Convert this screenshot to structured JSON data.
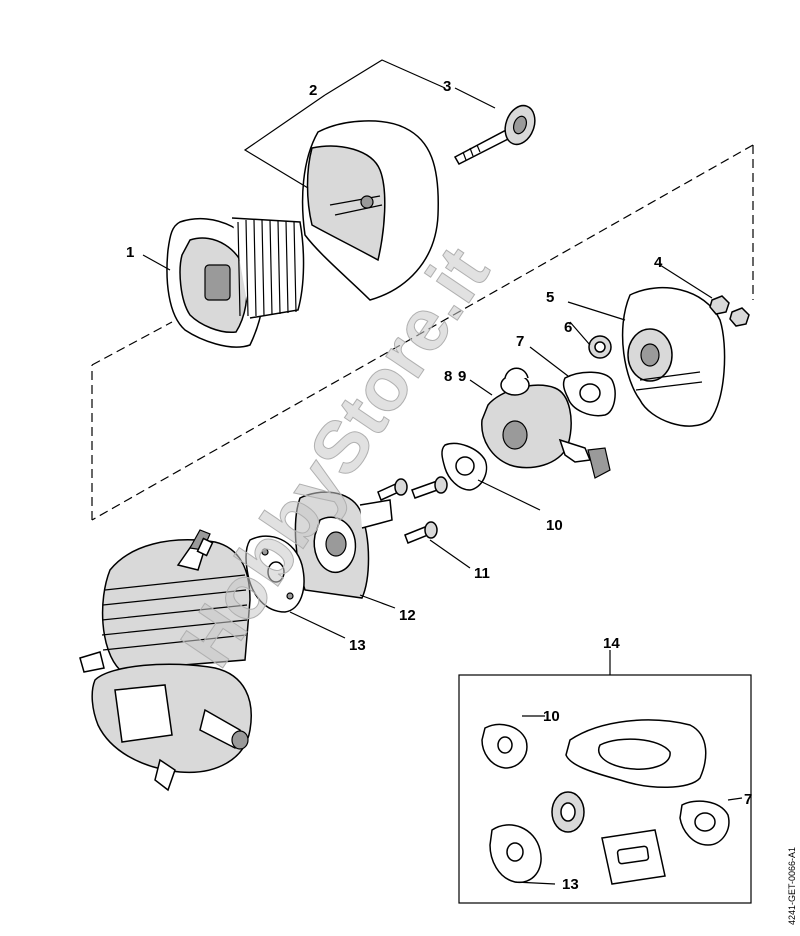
{
  "watermark": "HobbyStore.it",
  "document_id": "4241-GET-0066-A1",
  "callouts": {
    "c1": "1",
    "c2": "2",
    "c3": "3",
    "c4": "4",
    "c5": "5",
    "c6": "6",
    "c7": "7",
    "c8": "8",
    "c9": "9",
    "c10": "10",
    "c11": "11",
    "c12": "12",
    "c13": "13",
    "c14": "14",
    "kit10": "10",
    "kit7": "7",
    "kit13": "13"
  }
}
